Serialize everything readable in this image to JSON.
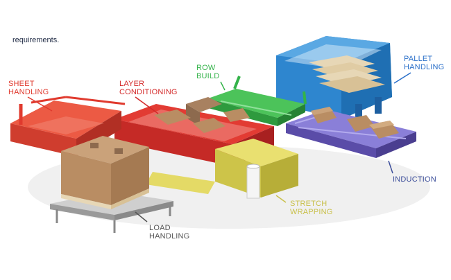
{
  "caption": "requirements.",
  "labels": {
    "sheet_handling": "SHEET\nHANDLING",
    "layer_conditioning": "LAYER\nCONDITIONING",
    "row_build": "ROW\nBUILD",
    "pallet_handling": "PALLET\nHANDLING",
    "induction": "INDUCTION",
    "stretch_wrapping": "STRETCH\nWRAPPING",
    "load_handling": "LOAD\nHANDLING"
  },
  "colors": {
    "sheet_handling": "#e03a2e",
    "layer_conditioning": "#d42a2a",
    "row_build": "#34b34a",
    "pallet_handling": "#2a6fc9",
    "induction": "#3c4e9a",
    "stretch_wrapping": "#c9c04a",
    "load_handling": "#555555",
    "cardboard": "#b98d63",
    "pallet_wood": "#e7d7b6"
  }
}
